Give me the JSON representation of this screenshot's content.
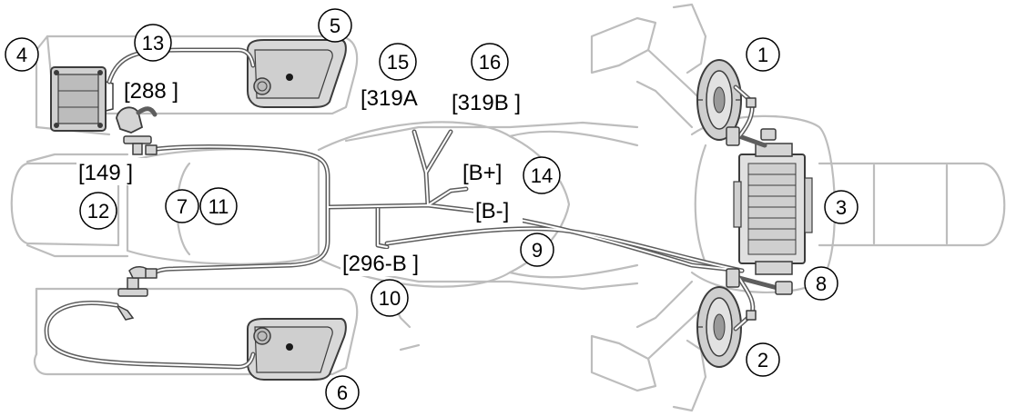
{
  "callouts": [
    {
      "id": "c1",
      "number": "1"
    },
    {
      "id": "c2",
      "number": "2"
    },
    {
      "id": "c3",
      "number": "3"
    },
    {
      "id": "c4",
      "number": "4"
    },
    {
      "id": "c5",
      "number": "5"
    },
    {
      "id": "c6",
      "number": "6"
    },
    {
      "id": "c7",
      "number": "7"
    },
    {
      "id": "c8",
      "number": "8"
    },
    {
      "id": "c9",
      "number": "9"
    },
    {
      "id": "c10",
      "number": "10"
    },
    {
      "id": "c11",
      "number": "11"
    },
    {
      "id": "c12",
      "number": "12"
    },
    {
      "id": "c13",
      "number": "13"
    },
    {
      "id": "c14",
      "number": "14"
    },
    {
      "id": "c15",
      "number": "15"
    },
    {
      "id": "c16",
      "number": "16"
    }
  ],
  "connector_labels": [
    {
      "id": "l288",
      "text": "[288 ]"
    },
    {
      "id": "l319a",
      "text": "[319A"
    },
    {
      "id": "l319b",
      "text": "[319B ]"
    },
    {
      "id": "l149",
      "text": "[149 ]"
    },
    {
      "id": "lbplus",
      "text": "[B+]"
    },
    {
      "id": "lbminus",
      "text": "[B-]"
    },
    {
      "id": "l296b",
      "text": "[296-B ]"
    }
  ],
  "colors": {
    "outline": "#bdbdbd",
    "component": "#3c3c3c",
    "component_fill": "#e4e4e4",
    "speaker_fill": "#cfcfcf",
    "wire": "#6b6b6b",
    "wire_highlight": "#ffffff"
  }
}
